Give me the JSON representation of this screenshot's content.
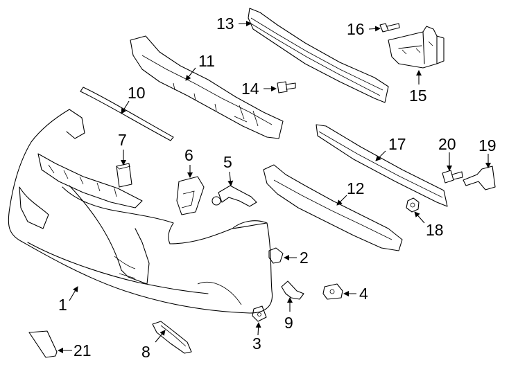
{
  "diagram": {
    "callouts": [
      {
        "id": "c1",
        "number": "1"
      },
      {
        "id": "c2",
        "number": "2"
      },
      {
        "id": "c3",
        "number": "3"
      },
      {
        "id": "c4",
        "number": "4"
      },
      {
        "id": "c5",
        "number": "5"
      },
      {
        "id": "c6",
        "number": "6"
      },
      {
        "id": "c7",
        "number": "7"
      },
      {
        "id": "c8",
        "number": "8"
      },
      {
        "id": "c9",
        "number": "9"
      },
      {
        "id": "c10",
        "number": "10"
      },
      {
        "id": "c11",
        "number": "11"
      },
      {
        "id": "c12",
        "number": "12"
      },
      {
        "id": "c13",
        "number": "13"
      },
      {
        "id": "c14",
        "number": "14"
      },
      {
        "id": "c15",
        "number": "15"
      },
      {
        "id": "c16",
        "number": "16"
      },
      {
        "id": "c17",
        "number": "17"
      },
      {
        "id": "c18",
        "number": "18"
      },
      {
        "id": "c19",
        "number": "19"
      },
      {
        "id": "c20",
        "number": "20"
      },
      {
        "id": "c21",
        "number": "21"
      }
    ]
  }
}
